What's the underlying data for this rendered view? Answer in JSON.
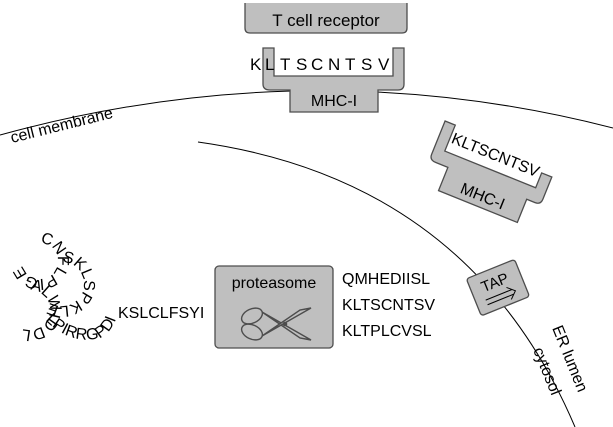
{
  "labels": {
    "tcr": "T cell receptor",
    "mhc_surface": "MHC-I",
    "mhc_er": "MHC-I",
    "membrane": "cell membrane",
    "proteasome": "proteasome",
    "tap": "TAP",
    "er_lumen": "ER lumen",
    "cytosol": "cytosol"
  },
  "peptides": {
    "presented_letters": [
      "K",
      "L",
      "T",
      "S",
      "C",
      "N",
      "T",
      "S",
      "V"
    ],
    "er_loaded": "KLTSCNTSV",
    "fragments": [
      "QMHEDIISL",
      "KLTSCNTSV",
      "KLTPLCVSL"
    ]
  },
  "protein": {
    "coil_ring1": "CNFLPIGE",
    "coil_ring2": "SKLSPKLE",
    "coil_ring3": "ALWIDDL",
    "coil_tail": "LPIRRGPDI",
    "tail_line": "KSLCLFSYI"
  },
  "icons": {
    "proteasome": "scissors-icon",
    "tap": "double-arrow-icon"
  },
  "colors": {
    "box_fill": "#bfbfbf",
    "box_stroke": "#4d4d4d"
  }
}
